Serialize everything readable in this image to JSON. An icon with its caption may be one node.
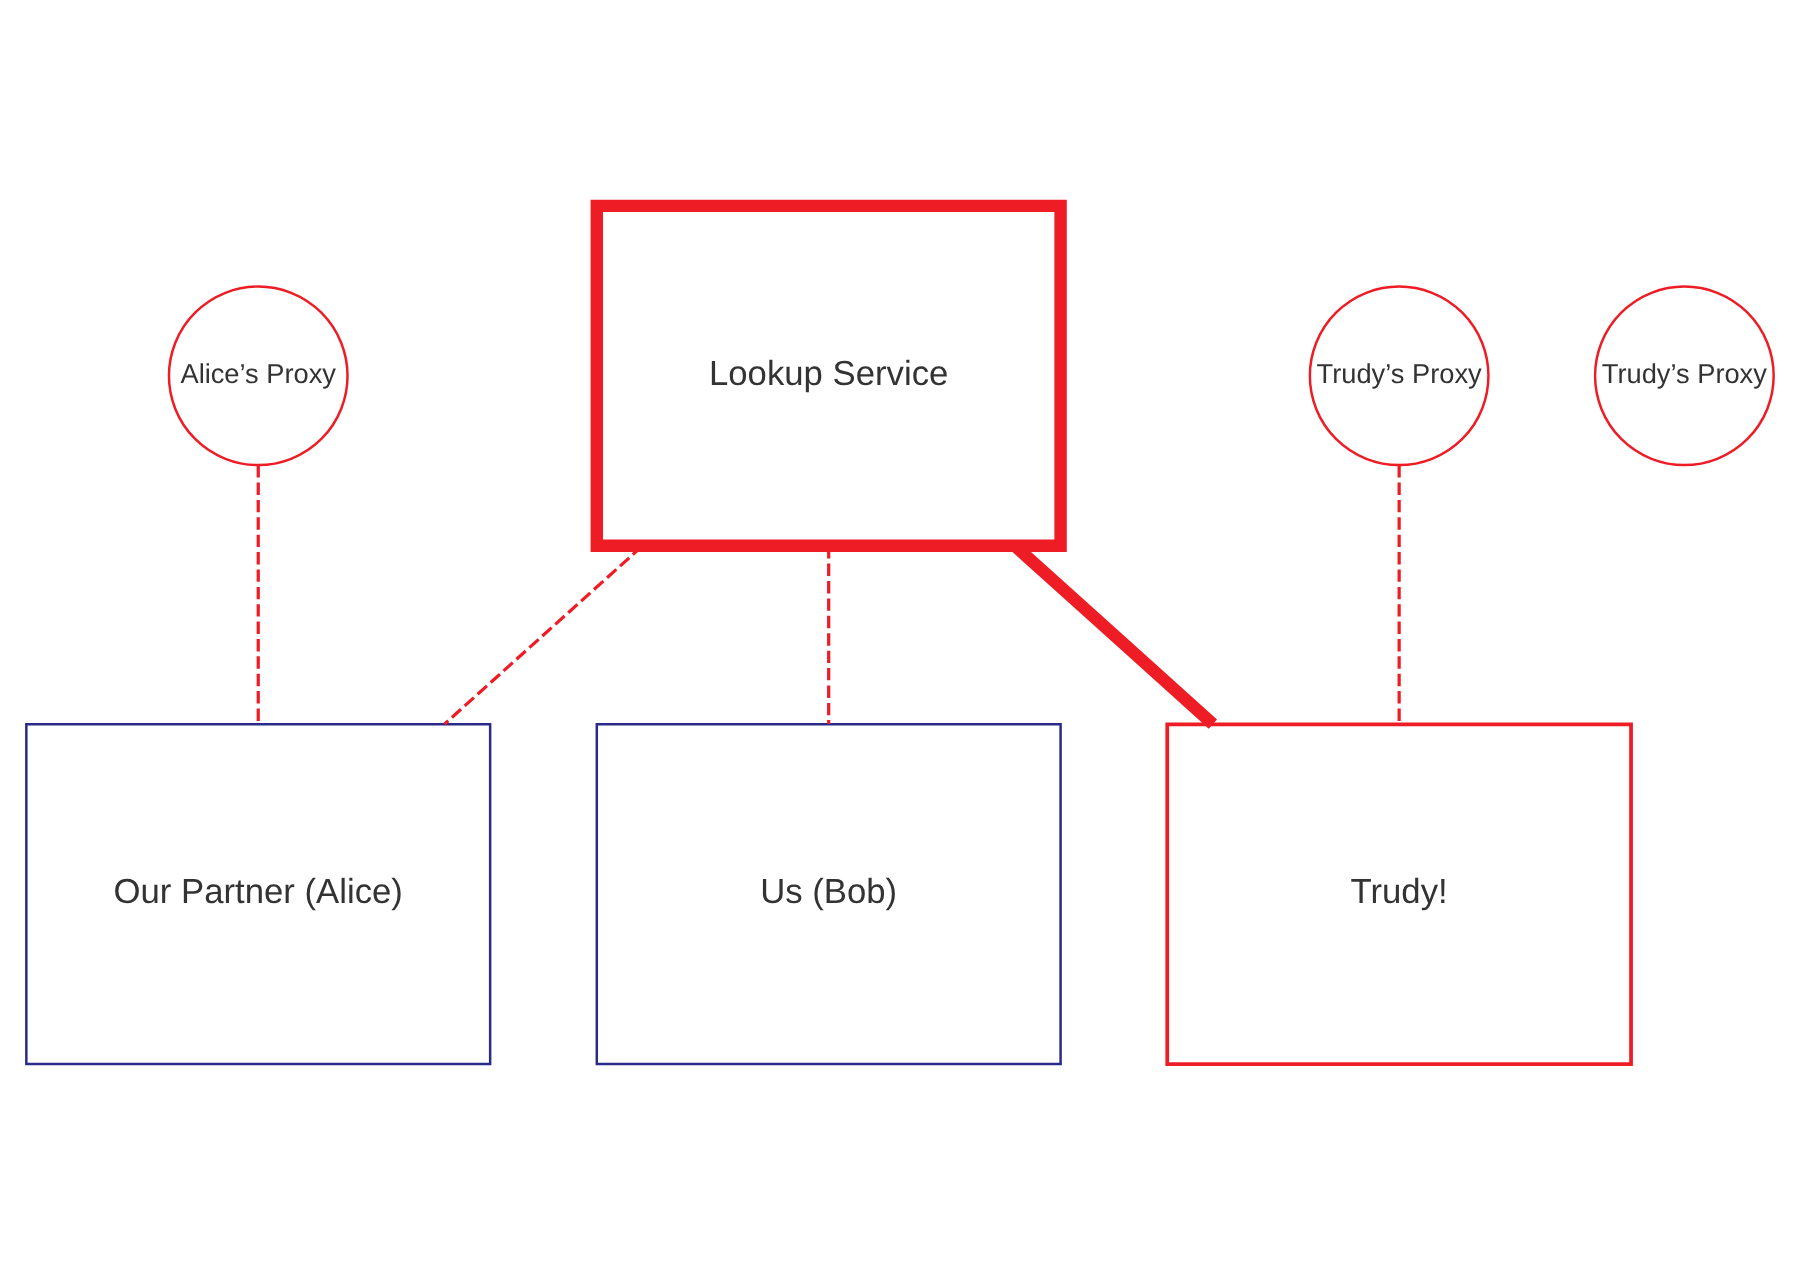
{
  "diagram": {
    "nodes": [
      {
        "text": [
          "Lookup Service"
        ]
      },
      {
        "text": [
          "Trudy’s Proxy"
        ]
      },
      {
        "text": [
          "Us (Bob)"
        ]
      },
      {
        "text": [
          "Trudy’s Proxy"
        ]
      },
      {
        "text": [
          "Our Partner (Alice)"
        ]
      },
      {
        "text": [
          "Trudy!"
        ]
      },
      {
        "text": [
          "Alice’s Proxy"
        ]
      }
    ],
    "edges": [
      {
        "from": 0,
        "to": 2,
        "arrow": "none",
        "style": "dashed"
      },
      {
        "from": 0,
        "to": 4,
        "arrow": "none",
        "style": "dashed"
      },
      {
        "from": 0,
        "to": 5,
        "arrow": "none",
        "style": "thick"
      },
      {
        "from": 3,
        "to": 5,
        "arrow": "none",
        "style": "dashed"
      },
      {
        "from": 6,
        "to": 4,
        "arrow": "none",
        "style": "dashed"
      }
    ]
  }
}
